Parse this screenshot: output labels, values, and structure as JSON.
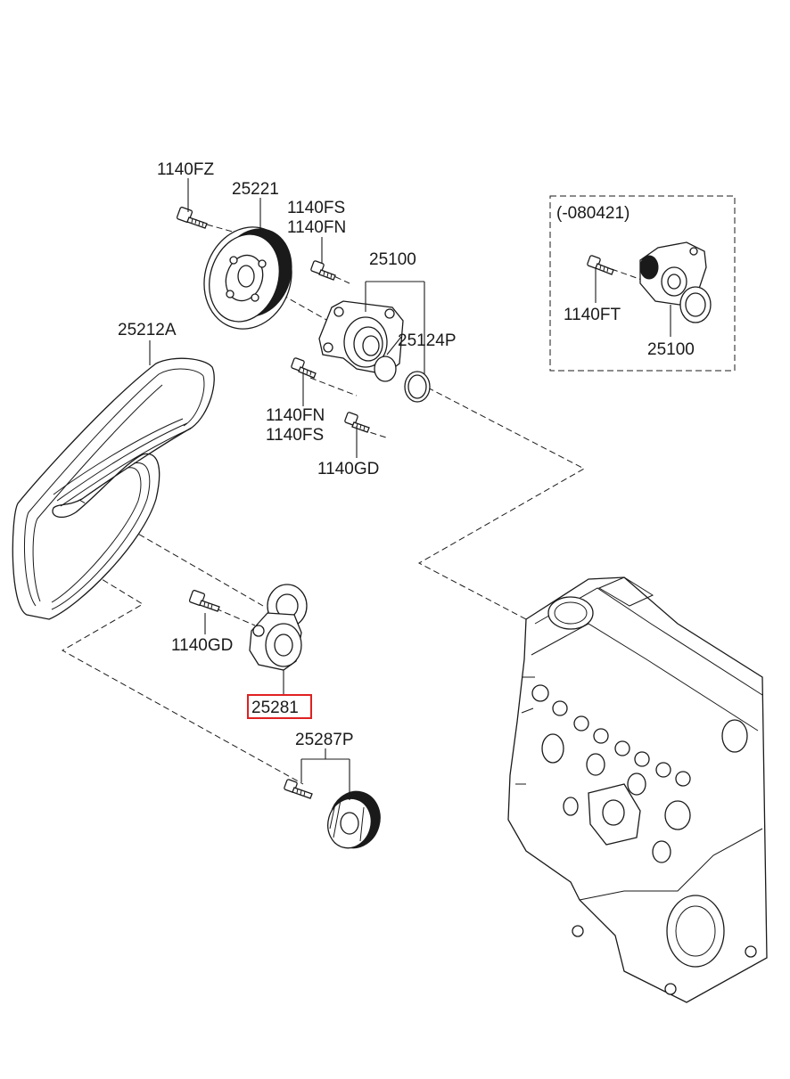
{
  "diagram": {
    "colors": {
      "line": "#1a1a1a",
      "highlight": "#e02020",
      "background": "#ffffff"
    },
    "labels": {
      "bolt_pulley": "1140FZ",
      "pulley": "25221",
      "bolt_top_a": "1140FS",
      "bolt_top_b": "1140FN",
      "water_pump": "25100",
      "gasket": "25124P",
      "belt": "25212A",
      "bolt_mid_a": "1140FN",
      "bolt_mid_b": "1140FS",
      "bolt_gd_top": "1140GD",
      "bolt_gd_tensioner": "1140GD",
      "tensioner": "25281",
      "idler": "25287P",
      "inset_date": "(-080421)",
      "inset_bolt": "1140FT",
      "inset_pump": "25100"
    },
    "highlighted_part": "25281"
  }
}
